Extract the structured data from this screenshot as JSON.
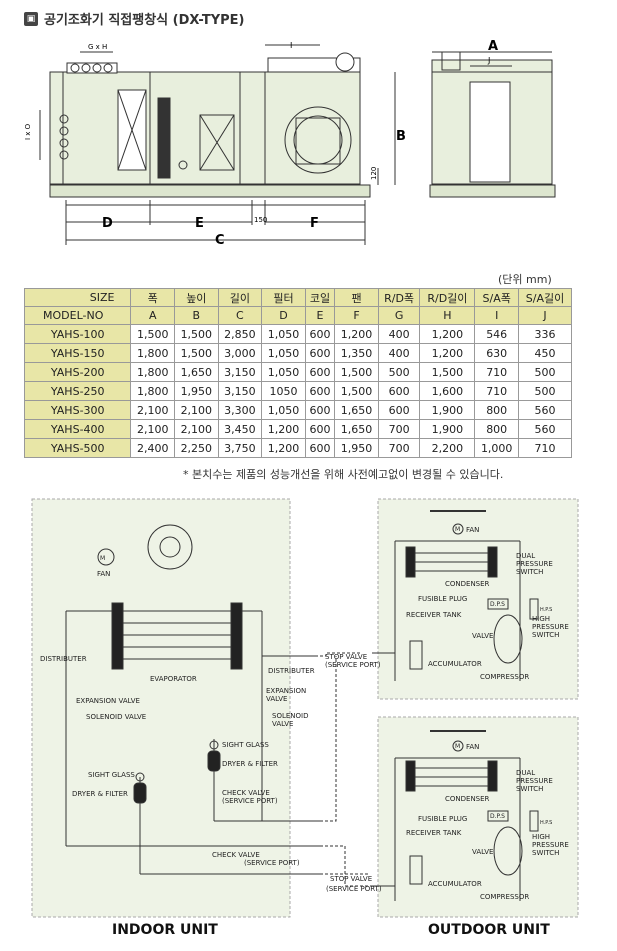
{
  "title": "공기조화기 직접팽창식 (DX-TYPE)",
  "unit_note": "(단위 mm)",
  "dimension_labels": {
    "A": "A",
    "B": "B",
    "C": "C",
    "D": "D",
    "E": "E",
    "F": "F",
    "G_H": "G x H",
    "I_O": "I x O",
    "I": "I",
    "J": "J",
    "gap150": "150",
    "h120": "120"
  },
  "table": {
    "corner_top": "SIZE",
    "corner_bottom": "MODEL-NO",
    "headers": [
      "폭",
      "높이",
      "길이",
      "필터",
      "코일",
      "팬",
      "R/D폭",
      "R/D길이",
      "S/A폭",
      "S/A길이"
    ],
    "codes": [
      "A",
      "B",
      "C",
      "D",
      "E",
      "F",
      "G",
      "H",
      "I",
      "J"
    ],
    "rows": [
      {
        "model": "YAHS-100",
        "values": [
          "1,500",
          "1,500",
          "2,850",
          "1,050",
          "600",
          "1,200",
          "400",
          "1,200",
          "546",
          "336"
        ]
      },
      {
        "model": "YAHS-150",
        "values": [
          "1,800",
          "1,500",
          "3,000",
          "1,050",
          "600",
          "1,350",
          "400",
          "1,200",
          "630",
          "450"
        ]
      },
      {
        "model": "YAHS-200",
        "values": [
          "1,800",
          "1,650",
          "3,150",
          "1,050",
          "600",
          "1,500",
          "500",
          "1,500",
          "710",
          "500"
        ]
      },
      {
        "model": "YAHS-250",
        "values": [
          "1,800",
          "1,950",
          "3,150",
          "1050",
          "600",
          "1,500",
          "600",
          "1,600",
          "710",
          "500"
        ]
      },
      {
        "model": "YAHS-300",
        "values": [
          "2,100",
          "2,100",
          "3,300",
          "1,050",
          "600",
          "1,650",
          "600",
          "1,900",
          "800",
          "560"
        ]
      },
      {
        "model": "YAHS-400",
        "values": [
          "2,100",
          "2,100",
          "3,450",
          "1,200",
          "600",
          "1,650",
          "700",
          "1,900",
          "800",
          "560"
        ]
      },
      {
        "model": "YAHS-500",
        "values": [
          "2,400",
          "2,250",
          "3,750",
          "1,200",
          "600",
          "1,950",
          "700",
          "2,200",
          "1,000",
          "710"
        ]
      }
    ]
  },
  "footnote": "* 본치수는 제품의 성능개선을 위해 사전예고없이 변경될 수 있습니다.",
  "indoor": {
    "fan": "FAN",
    "motor": "M",
    "evaporator": "EVAPORATOR",
    "distributer_left": "DISTRIBUTER",
    "distributer_right": "DISTRIBUTER",
    "expansion_left": "EXPANSION VALVE",
    "expansion_right_1": "EXPANSION",
    "expansion_right_2": "VALVE",
    "solenoid_left": "SOLENOID VALVE",
    "solenoid_right_1": "SOLENOID",
    "solenoid_right_2": "VALVE",
    "sight_glass_left": "SIGHT GLASS",
    "sight_glass_right": "SIGHT GLASS",
    "dryer_left": "DRYER & FILTER",
    "dryer_right": "DRYER & FILTER",
    "check_valve_1a": "CHECK VALVE",
    "check_valve_1b": "(SERVICE PORT)",
    "check_valve_2a": "CHECK VALVE",
    "check_valve_2b": "(SERVICE PORT)",
    "stop_valve_1a": "STOP VALVE",
    "stop_valve_1b": "(SERVICE PORT)",
    "stop_valve_2a": "STOP VALVE",
    "stop_valve_2b": "(SERVICE PORT)",
    "caption": "INDOOR UNIT"
  },
  "outdoor": {
    "fan": "FAN",
    "motor": "M",
    "condenser": "CONDENSER",
    "dual_1": "DUAL",
    "dual_2": "PRESSURE",
    "dual_3": "SWITCH",
    "dps": "D.P.S",
    "hps": "H.P.S",
    "fusible": "FUSIBLE PLUG",
    "receiver": "RECEIVER TANK",
    "valve": "VALVE",
    "high_1": "HIGH",
    "high_2": "PRESSURE",
    "high_3": "SWITCH",
    "accumulator": "ACCUMULATOR",
    "compressor": "COMPRESSOR",
    "caption": "OUTDOOR UNIT"
  },
  "colors": {
    "header_bg": "#e8e6a7",
    "panel_bg": "#eef3e6",
    "line": "#333333"
  }
}
